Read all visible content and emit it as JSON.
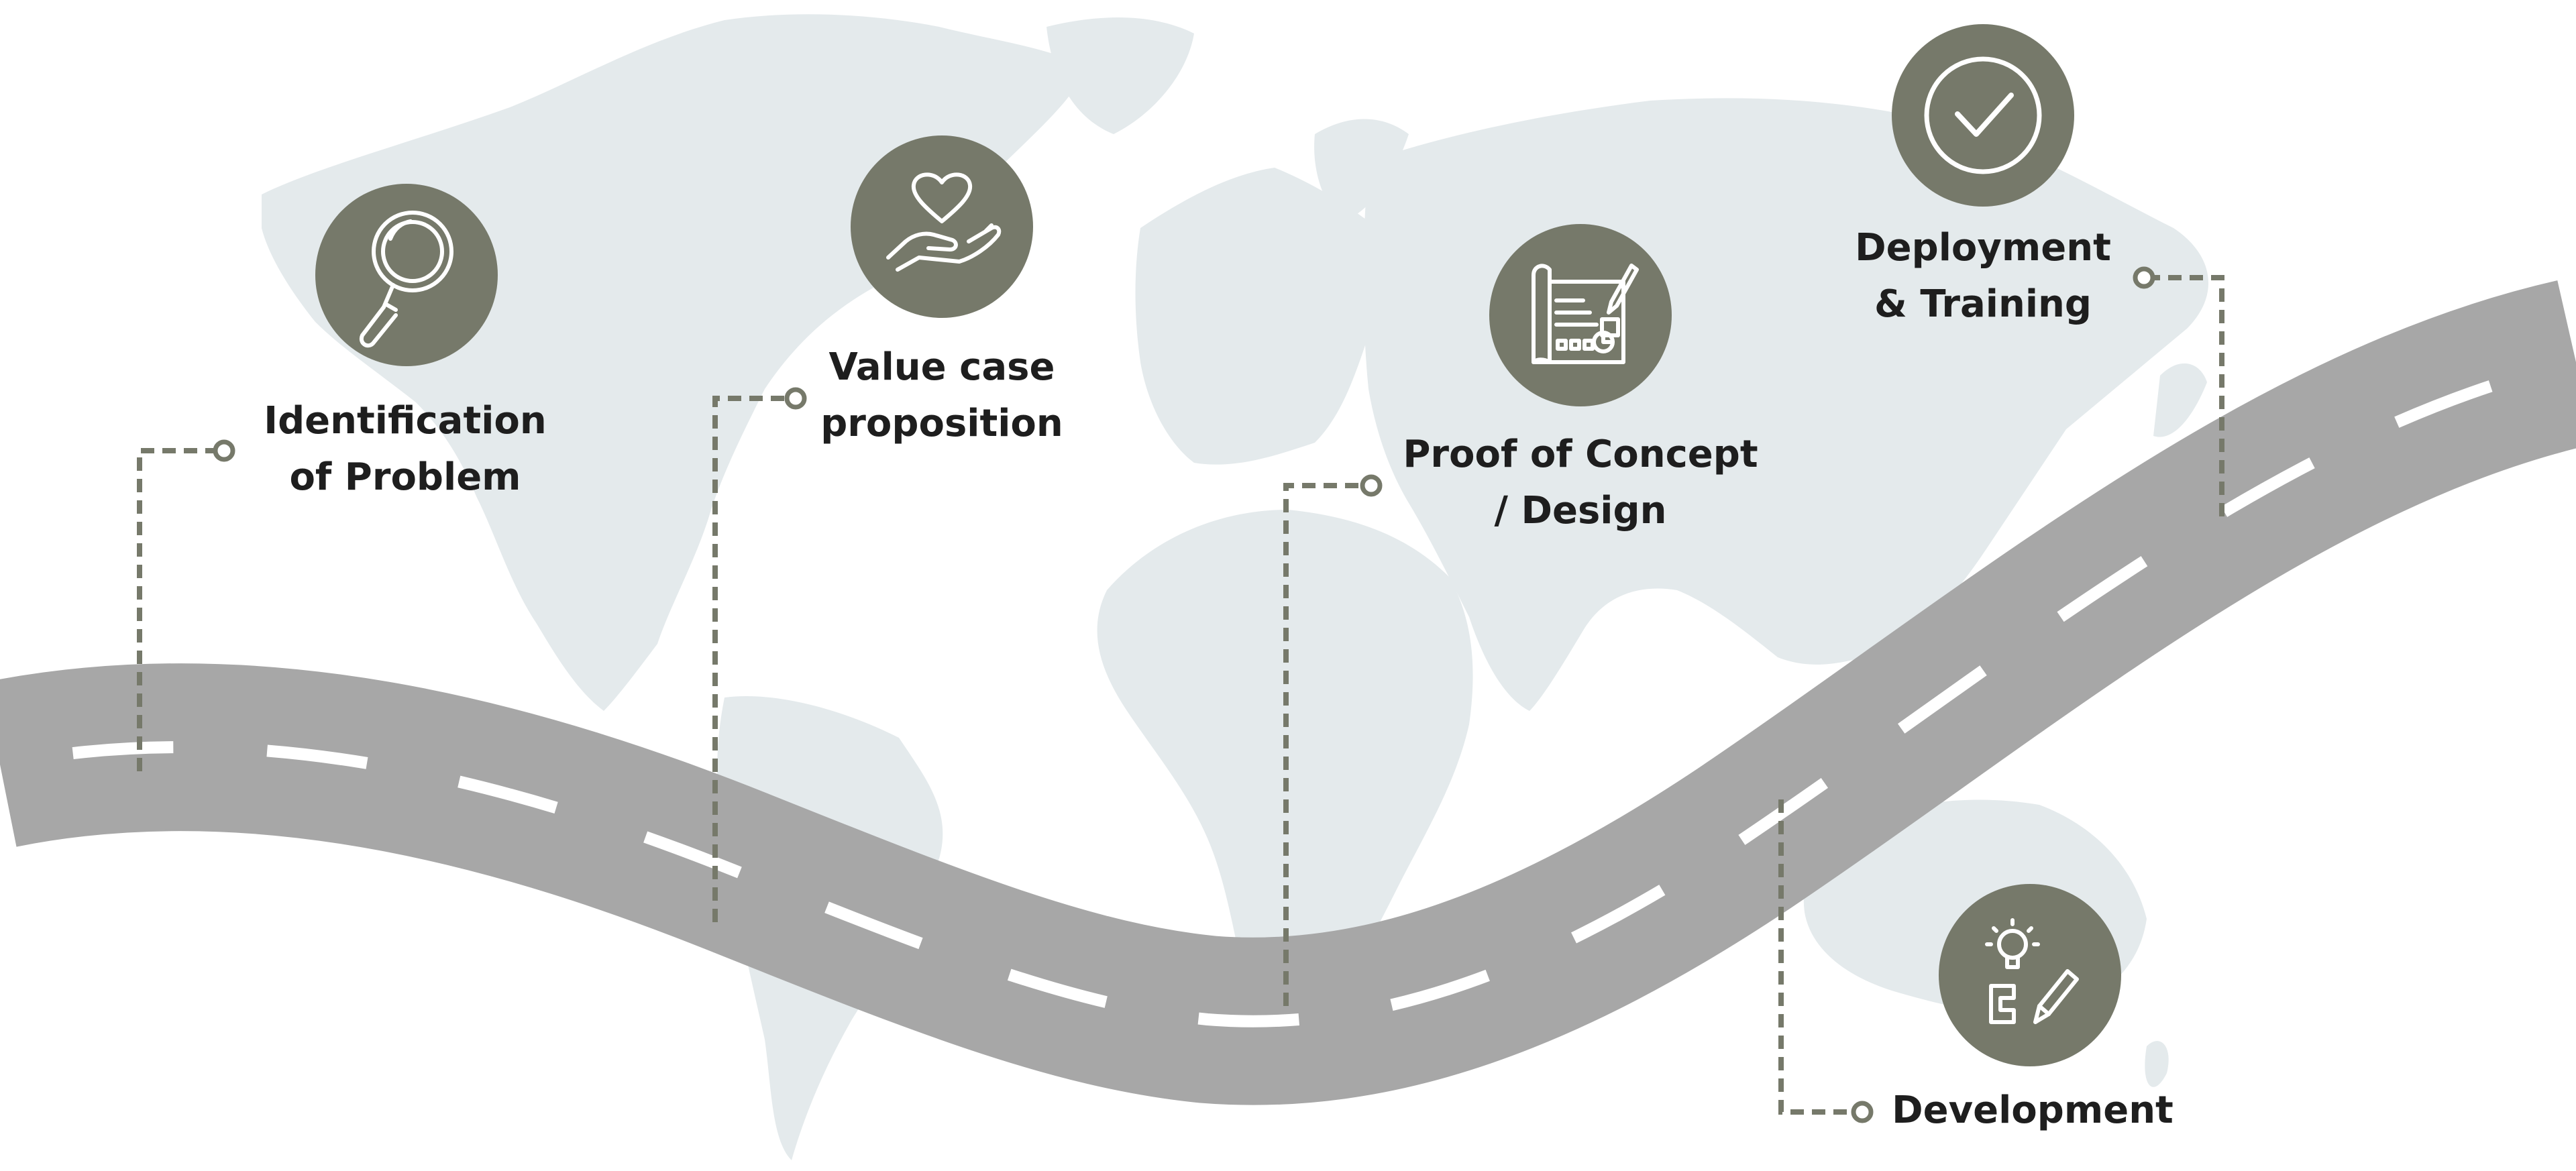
{
  "colors": {
    "background": "#ffffff",
    "map": "#e4eaec",
    "road": "#a7a7a7",
    "road_marking": "#ffffff",
    "icon_circle": "#76796a",
    "connector": "#76796a",
    "text": "#1e1e1e"
  },
  "milestones": [
    {
      "id": "identification",
      "line1": "Identification",
      "line2": "of Problem",
      "icon": "magnifier-icon"
    },
    {
      "id": "value",
      "line1": "Value case",
      "line2": "proposition",
      "icon": "heart-hand-icon"
    },
    {
      "id": "poc",
      "line1": "Proof of Concept",
      "line2": "/ Design",
      "icon": "blueprint-icon"
    },
    {
      "id": "deployment",
      "line1": "Deployment",
      "line2": "& Training",
      "icon": "checkmark-icon"
    },
    {
      "id": "development",
      "line1": "Development",
      "line2": "",
      "icon": "idea-pencil-icon"
    }
  ]
}
